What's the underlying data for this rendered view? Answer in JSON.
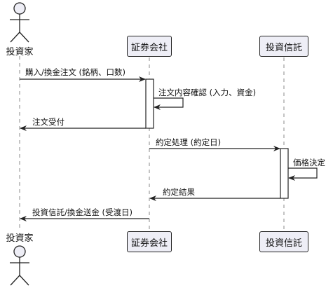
{
  "participants": {
    "investor": "投資家",
    "broker": "証券会社",
    "trust": "投資信託"
  },
  "messages": {
    "m1": "購入/換金注文 (銘柄、口数)",
    "m2": "注文内容確認 (入力、資金)",
    "m3": "注文受付",
    "m4": "約定処理 (約定日)",
    "m5": "価格決定",
    "m6": "約定結果",
    "m7": "投資信託/換金送金 (受渡日)"
  },
  "colors": {
    "participant_fill": "#eeeef6",
    "line": "#222222",
    "lifeline": "#888888"
  }
}
